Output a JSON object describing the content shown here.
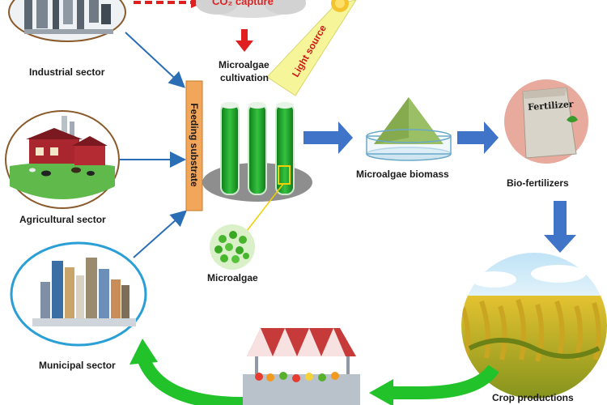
{
  "labels": {
    "co2_capture": "CO₂ capture",
    "microalgae_cultivation_line1": "Microalgae",
    "microalgae_cultivation_line2": "cultivation",
    "light_source": "Light source",
    "industrial_sector": "Industrial sector",
    "agricultural_sector": "Agricultural sector",
    "municipal_sector": "Municipal sector",
    "feeding_substrate": "Feeding substrate",
    "microalgae": "Microalgae",
    "microalgae_biomass": "Microalgae biomass",
    "fertilizer_bag": "Fertilizer",
    "bio_fertilizers": "Bio-fertilizers",
    "crop_productions": "Crop productions"
  },
  "colors": {
    "sector_circle_outline": "#8a5a2b",
    "municipal_circle_outline": "#2a9fd6",
    "flow_arrow_blue": "#3f74c9",
    "substrate_bar": "#f2a65a",
    "red_arrow": "#e02020",
    "algae_green": "#1fa12a",
    "cycle_arrow_green": "#22c22a",
    "light_beam": "#f6f59a"
  }
}
